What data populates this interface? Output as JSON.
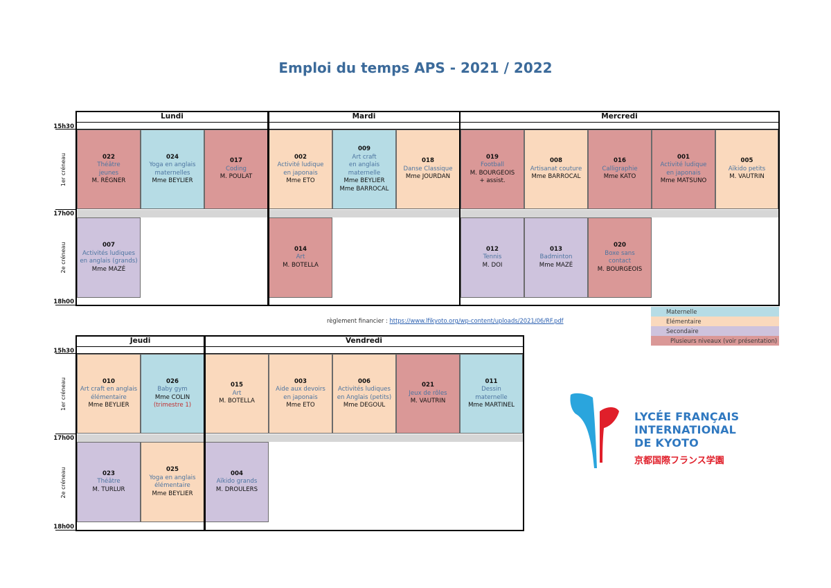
{
  "title": "Emploi du temps APS - 2021 / 2022",
  "times": {
    "start": "15h30",
    "mid": "17h00",
    "end": "18h00"
  },
  "slots": {
    "first": "1er créneau",
    "second": "2e créneau"
  },
  "days": {
    "lundi": "Lundi",
    "mardi": "Mardi",
    "mercredi": "Mercredi",
    "jeudi": "Jeudi",
    "vendredi": "Vendredi"
  },
  "activities": {
    "a022": {
      "num": "022",
      "lines": [
        "Théâtre",
        "jeunes"
      ],
      "teacher": [
        "M. RÉGNER"
      ]
    },
    "a024": {
      "num": "024",
      "lines": [
        "Yoga en anglais",
        "maternelles"
      ],
      "teacher": [
        "Mme BEYLIER"
      ]
    },
    "a017": {
      "num": "017",
      "lines": [
        "Coding"
      ],
      "teacher": [
        "M. POULAT"
      ]
    },
    "a002": {
      "num": "002",
      "lines": [
        "Activité ludique",
        "en japonais"
      ],
      "teacher": [
        "Mme ETO"
      ]
    },
    "a009": {
      "num": "009",
      "lines": [
        "Art craft",
        "en anglais",
        "maternelle"
      ],
      "teacher": [
        "Mme BEYLIER",
        "Mme BARROCAL"
      ]
    },
    "a018": {
      "num": "018",
      "lines": [
        "Danse Classique"
      ],
      "teacher": [
        "Mme JOURDAN"
      ]
    },
    "a019": {
      "num": "019",
      "lines": [
        "Football"
      ],
      "teacher": [
        "M. BOURGEOIS",
        "+ assist."
      ]
    },
    "a008": {
      "num": "008",
      "lines": [
        "Artisanat couture"
      ],
      "teacher": [
        "Mme BARROCAL"
      ]
    },
    "a016": {
      "num": "016",
      "lines": [
        "Calligraphie"
      ],
      "teacher": [
        "Mme KATO"
      ]
    },
    "a001": {
      "num": "001",
      "lines": [
        "Activité ludique",
        "en japonais"
      ],
      "teacher": [
        "Mme MATSUNO"
      ]
    },
    "a005": {
      "num": "005",
      "lines": [
        "Aïkido petits"
      ],
      "teacher": [
        "M. VAUTRIN"
      ]
    },
    "a007": {
      "num": "007",
      "lines": [
        "Activités ludiques",
        "en anglais (grands)"
      ],
      "teacher": [
        "Mme MAZÉ"
      ]
    },
    "a014": {
      "num": "014",
      "lines": [
        "Art"
      ],
      "teacher": [
        "M. BOTELLA"
      ]
    },
    "a012": {
      "num": "012",
      "lines": [
        "Tennis"
      ],
      "teacher": [
        "M. DOI"
      ]
    },
    "a013": {
      "num": "013",
      "lines": [
        "Badminton"
      ],
      "teacher": [
        "Mme MAZÉ"
      ]
    },
    "a020": {
      "num": "020",
      "lines": [
        "Boxe sans",
        "contact"
      ],
      "teacher": [
        "M. BOURGEOIS"
      ]
    },
    "a010": {
      "num": "010",
      "lines": [
        "Art craft en anglais",
        "élémentaire"
      ],
      "teacher": [
        "Mme BEYLIER"
      ]
    },
    "a026": {
      "num": "026",
      "lines": [
        "Baby gym"
      ],
      "teacher": [
        "Mme COLIN"
      ],
      "note": "(trimestre 1)"
    },
    "a015": {
      "num": "015",
      "lines": [
        "Art"
      ],
      "teacher": [
        "M. BOTELLA"
      ]
    },
    "a003": {
      "num": "003",
      "lines": [
        "Aide aux devoirs",
        "en japonais"
      ],
      "teacher": [
        "Mme ETO"
      ]
    },
    "a006": {
      "num": "006",
      "lines": [
        "Activités ludiques",
        "en Anglais (petits)"
      ],
      "teacher": [
        "Mme DEGOUL"
      ]
    },
    "a021": {
      "num": "021",
      "lines": [
        "Jeux de rôles"
      ],
      "teacher": [
        "M. VAUTRIN"
      ]
    },
    "a011": {
      "num": "011",
      "lines": [
        "Dessin",
        "maternelle"
      ],
      "teacher": [
        "Mme MARTINEL"
      ]
    },
    "a023": {
      "num": "023",
      "lines": [
        "Théâtre"
      ],
      "teacher": [
        "M. TURLUR"
      ]
    },
    "a025": {
      "num": "025",
      "lines": [
        "Yoga en anglais",
        "élémentaire"
      ],
      "teacher": [
        "Mme BEYLIER"
      ]
    },
    "a004": {
      "num": "004",
      "lines": [
        "Aïkido grands"
      ],
      "teacher": [
        "M. DROULERS"
      ]
    }
  },
  "legend": {
    "maternelle": "Maternelle",
    "elementaire": "Elémentaire",
    "secondaire": "Secondaire",
    "plusieurs": "Plusieurs niveaux (voir présentation)"
  },
  "colors": {
    "maternelle": "#b6dce5",
    "elementaire": "#fad9bd",
    "secondaire": "#cec3dd",
    "plusieurs": "#da9897",
    "title": "#3b6a9a"
  },
  "reglement": {
    "label": "règlement financier :",
    "link": "https://www.lfikyoto.org/wp-content/uploads/2021/06/RF.pdf"
  },
  "logo": {
    "line1": "LYCÉE FRANÇAIS",
    "line2": "INTERNATIONAL",
    "line3": "DE KYOTO",
    "jp": "京都国際フランス学園"
  }
}
